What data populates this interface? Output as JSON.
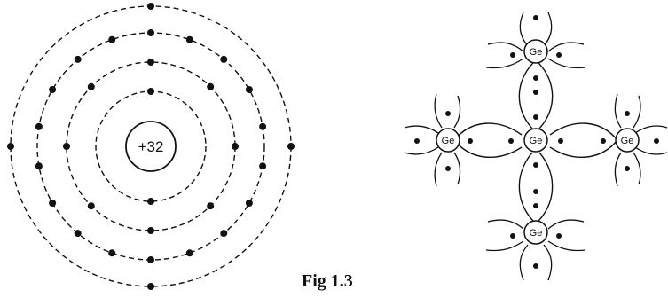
{
  "figure": {
    "caption": "Fig 1.3",
    "atom_model": {
      "nucleus_label": "+32",
      "shell_electron_counts": [
        2,
        8,
        18,
        4
      ]
    },
    "lattice": {
      "atom_symbol": "Ge",
      "atoms": [
        "Ge",
        "Ge",
        "Ge",
        "Ge",
        "Ge"
      ]
    }
  }
}
